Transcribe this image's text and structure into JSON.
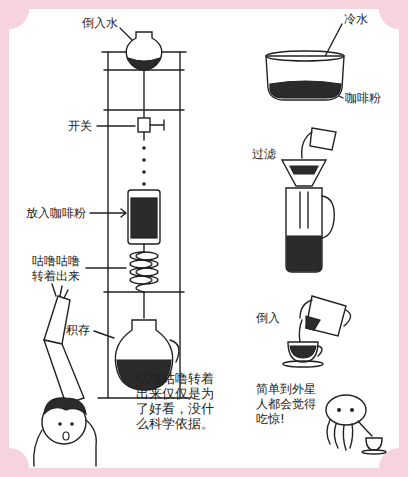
{
  "diagram": {
    "labels": [
      "倒入水",
      "开关",
      "放入咖啡粉",
      "咕噜咕噜转着出来",
      "积存",
      "冷水",
      "咖啡粉",
      "过滤",
      "倒入",
      "咕噜咕噜转着出来仅仅是为了好看，没什么科学依据。",
      "简单到外星人都会觉得吃惊!"
    ]
  }
}
